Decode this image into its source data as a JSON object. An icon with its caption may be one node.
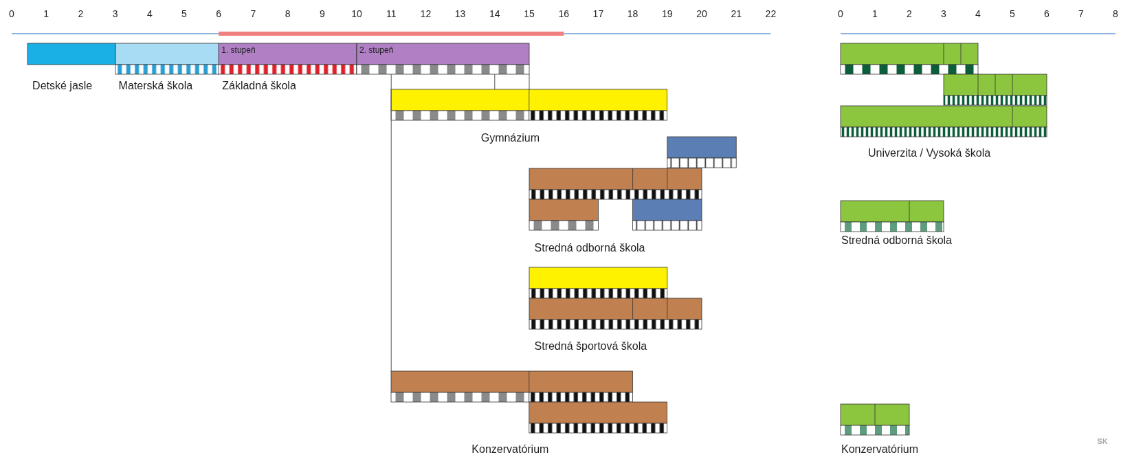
{
  "diagram": {
    "nodes": [
      {
        "text": [
          "Detské jasle"
        ]
      },
      {
        "text": [
          "Materská škola"
        ]
      },
      {
        "text": [
          "Základná škola"
        ]
      },
      {
        "text": [
          "1. stupeň"
        ],
        "in": 2
      },
      {
        "text": [
          "2. stupeň"
        ],
        "in": 2
      },
      {
        "text": [
          "Gymnázium"
        ]
      },
      {
        "text": [
          "Stredná odborná škola"
        ]
      },
      {
        "text": [
          "Stredná športová škola"
        ]
      },
      {
        "text": [
          "Konzervatórium"
        ]
      },
      {
        "text": [
          "Univerzita / Vysoká škola"
        ]
      },
      {
        "text": [
          "Stredná odborná škola"
        ]
      },
      {
        "text": [
          "Konzervatórium"
        ]
      }
    ],
    "edges": [
      {
        "from": 4,
        "to": 5,
        "arrow": "none"
      },
      {
        "from": 4,
        "to": 5,
        "arrow": "none"
      },
      {
        "from": 4,
        "to": 8,
        "arrow": "none"
      }
    ],
    "labels": [
      "0",
      "1",
      "2",
      "3",
      "4",
      "5",
      "6",
      "7",
      "8",
      "9",
      "10",
      "11",
      "12",
      "13",
      "14",
      "15",
      "16",
      "17",
      "18",
      "19",
      "20",
      "21",
      "22",
      "0",
      "1",
      "2",
      "3",
      "4",
      "5",
      "6",
      "7",
      "8",
      "SK"
    ]
  }
}
